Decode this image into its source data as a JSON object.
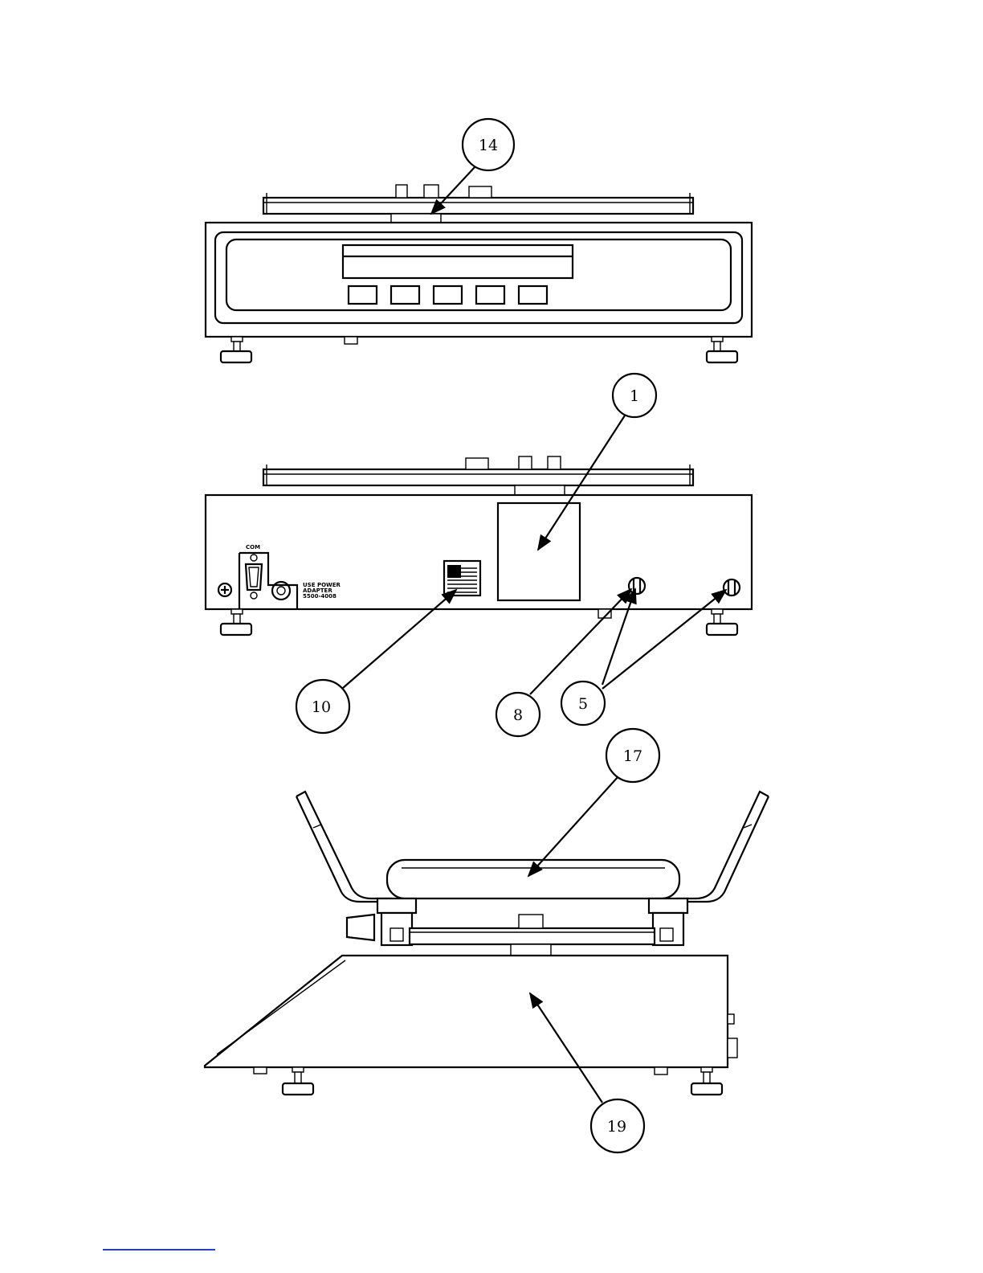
{
  "callouts": {
    "c14": "14",
    "c1": "1",
    "c10": "10",
    "c8": "8",
    "c5": "5",
    "c17": "17",
    "c19": "19"
  },
  "rear_panel": {
    "com_label": "COM",
    "power_label_1": "USE POWER",
    "power_label_2": "ADAPTER",
    "power_label_3": "5500-4008"
  },
  "colors": {
    "line": "#000000",
    "footer_rule": "#2a3fb8"
  }
}
